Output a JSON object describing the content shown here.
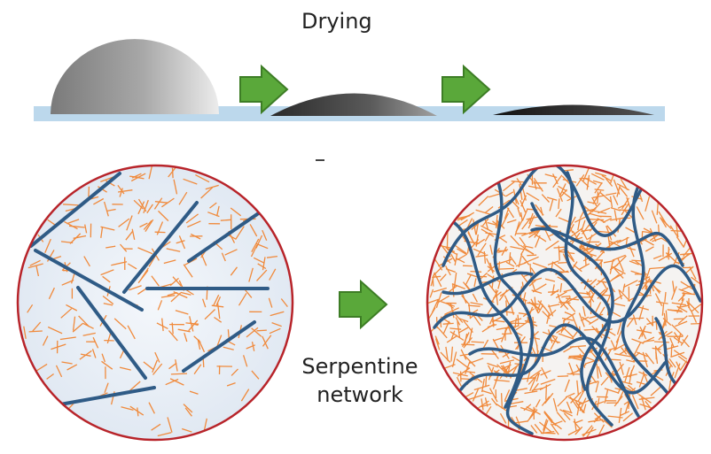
{
  "title": "Drying",
  "annotation": {
    "line1": "Serpentine",
    "line2": "network"
  },
  "stages": [
    "tall droplet",
    "flattened droplet",
    "dried film"
  ],
  "circles": [
    {
      "name": "before-drying",
      "description_key": "straight fibers with dispersed short rods"
    },
    {
      "name": "after-drying",
      "description_key": "serpentine fibers with dense short rods"
    }
  ],
  "colors": {
    "substrate": "#bcd8ec",
    "long_fiber": "#2f5b86",
    "short_rod": "#f08a3c",
    "circle_border": "#b8242a",
    "arrow_fill": "#5aa83a",
    "arrow_stroke": "#3d7d25",
    "droplet_light": "#e6e6e6",
    "droplet_dark": "#3a3a3a"
  },
  "icons": [
    "right-arrow-icon",
    "right-arrow-icon",
    "right-arrow-icon"
  ]
}
